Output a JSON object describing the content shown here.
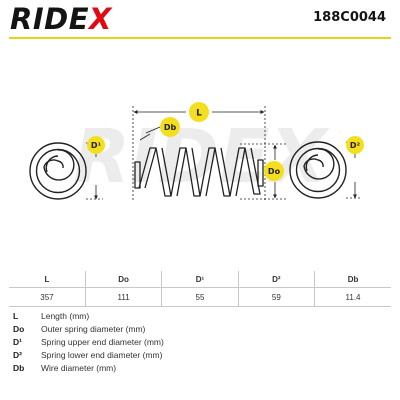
{
  "header": {
    "brand_prefix": "RIDE",
    "brand_x": "X",
    "part_code": "188C0044"
  },
  "watermark": "RIDEX",
  "labels": {
    "length": "L",
    "wire": "Db",
    "outer": "Do",
    "upper_end": "D¹",
    "lower_end": "D²"
  },
  "table": {
    "headers": [
      "L",
      "Do",
      "D¹",
      "D²",
      "Db"
    ],
    "values": [
      "357",
      "111",
      "55",
      "59",
      "11.4"
    ]
  },
  "legend": [
    {
      "code": "L",
      "text": "Length (mm)"
    },
    {
      "code": "Do",
      "text": "Outer spring diameter (mm)"
    },
    {
      "code": "D¹",
      "text": "Spring upper end diameter (mm)"
    },
    {
      "code": "D²",
      "text": "Spring lower end diameter (mm)"
    },
    {
      "code": "Db",
      "text": "Wire diameter (mm)"
    }
  ],
  "colors": {
    "accent_yellow": "#f4df1f",
    "brand_red": "#e10a14",
    "line": "#222222"
  }
}
